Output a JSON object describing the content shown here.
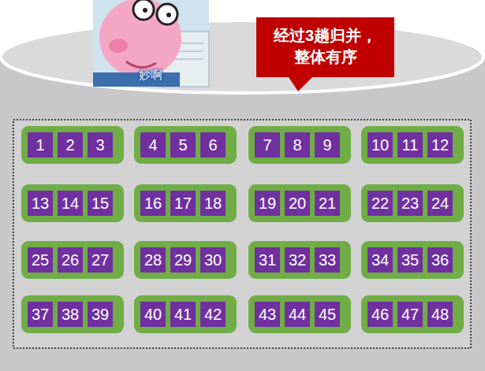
{
  "diagram": {
    "nodes": [
      {
        "text": [
          "经过3趟归并， 整体有序"
        ]
      },
      {
        "text": [
          "1"
        ]
      },
      {
        "text": [
          "2"
        ]
      },
      {
        "text": [
          "3"
        ]
      },
      {
        "text": [
          "4"
        ]
      },
      {
        "text": [
          "5"
        ]
      },
      {
        "text": [
          "6"
        ]
      },
      {
        "text": [
          "7"
        ]
      },
      {
        "text": [
          "8"
        ]
      },
      {
        "text": [
          "9"
        ]
      },
      {
        "text": [
          "10"
        ]
      },
      {
        "text": [
          "11"
        ]
      },
      {
        "text": [
          "12"
        ]
      },
      {
        "text": [
          "13"
        ]
      },
      {
        "text": [
          "14"
        ]
      },
      {
        "text": [
          "15"
        ]
      },
      {
        "text": [
          "16"
        ]
      },
      {
        "text": [
          "17"
        ]
      },
      {
        "text": [
          "18"
        ]
      },
      {
        "text": [
          "19"
        ]
      },
      {
        "text": [
          "20"
        ]
      },
      {
        "text": [
          "21"
        ]
      },
      {
        "text": [
          "22"
        ]
      },
      {
        "text": [
          "23"
        ]
      },
      {
        "text": [
          "24"
        ]
      },
      {
        "text": [
          "25"
        ]
      },
      {
        "text": [
          "26"
        ]
      },
      {
        "text": [
          "27"
        ]
      },
      {
        "text": [
          "28"
        ]
      },
      {
        "text": [
          "29"
        ]
      },
      {
        "text": [
          "30"
        ]
      },
      {
        "text": [
          "31"
        ]
      },
      {
        "text": [
          "32"
        ]
      },
      {
        "text": [
          "33"
        ]
      },
      {
        "text": [
          "34"
        ]
      },
      {
        "text": [
          "35"
        ]
      },
      {
        "text": [
          "36"
        ]
      },
      {
        "text": [
          "37"
        ]
      },
      {
        "text": [
          "38"
        ]
      },
      {
        "text": [
          "39"
        ]
      },
      {
        "text": [
          "40"
        ]
      },
      {
        "text": [
          "41"
        ]
      },
      {
        "text": [
          "42"
        ]
      },
      {
        "text": [
          "43"
        ]
      },
      {
        "text": [
          "44"
        ]
      },
      {
        "text": [
          "45"
        ]
      },
      {
        "text": [
          "46"
        ]
      },
      {
        "text": [
          "47"
        ]
      },
      {
        "text": [
          "48"
        ]
      }
    ],
    "labels": [
      "妙啊"
    ]
  }
}
